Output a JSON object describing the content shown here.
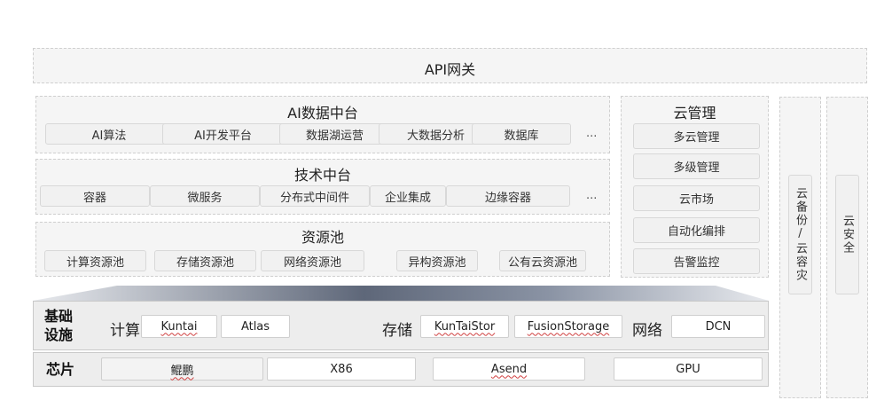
{
  "api_gateway": {
    "title": "API网关"
  },
  "ai_platform": {
    "title": "AI数据中台",
    "items": [
      "AI算法",
      "AI开发平台",
      "数据湖运营",
      "大数据分析",
      "数据库"
    ],
    "more": "..."
  },
  "tech_platform": {
    "title": "技术中台",
    "items": [
      "容器",
      "微服务",
      "分布式中间件",
      "企业集成",
      "边缘容器"
    ],
    "more": "..."
  },
  "resource_pool": {
    "title": "资源池",
    "items": [
      "计算资源池",
      "存储资源池",
      "网络资源池",
      "异构资源池",
      "公有云资源池"
    ]
  },
  "cloud_mgmt": {
    "title": "云管理",
    "items": [
      "多云管理",
      "多级管理",
      "云市场",
      "自动化编排",
      "告警监控"
    ]
  },
  "backup": {
    "label": "云备份/云容灾"
  },
  "security": {
    "label": "云安全"
  },
  "infra": {
    "label_line1": "基础",
    "label_line2": "设施",
    "compute_label": "计算",
    "compute_items": [
      "Kuntai",
      "Atlas"
    ],
    "storage_label": "存储",
    "storage_items": [
      "KunTaiStor",
      "FusionStorage"
    ],
    "network_label": "网络",
    "network_items": [
      "DCN"
    ]
  },
  "chip": {
    "label": "芯片",
    "items": [
      "鲲鹏",
      "X86",
      "Asend",
      "GPU"
    ]
  }
}
